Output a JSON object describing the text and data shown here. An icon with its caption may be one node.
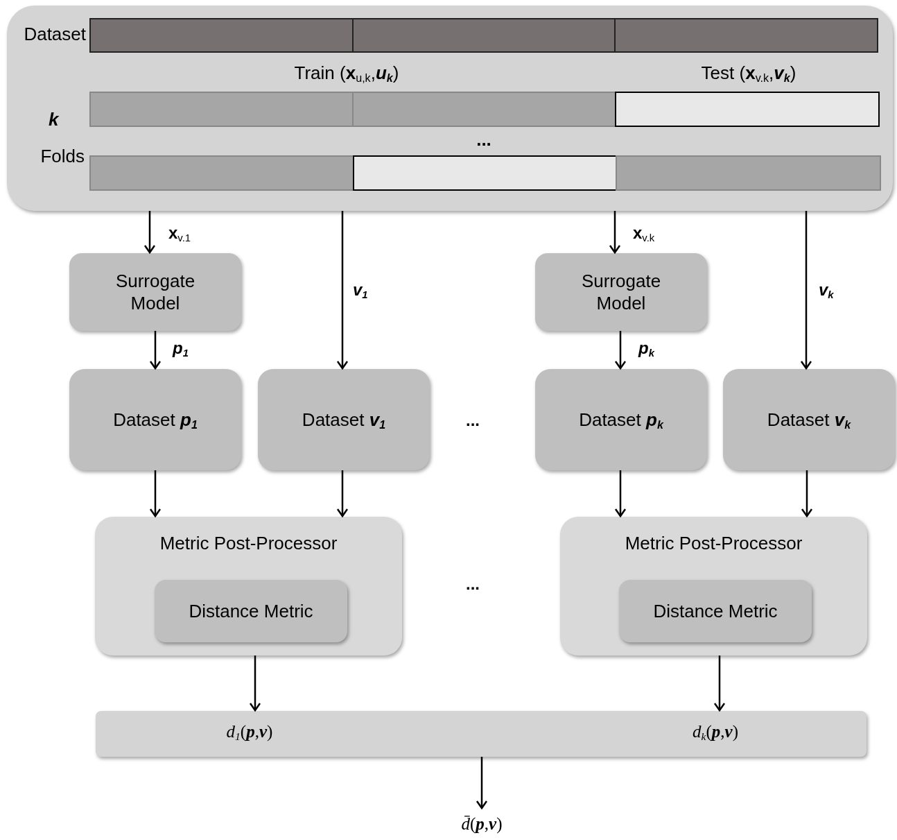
{
  "diagram": {
    "nodes": [
      {
        "text": [
          "Dataset",
          "Train (**x**$_{u,k}$,*u*$_{k}$)",
          "Test (**x**$_{v.k}$,*v*$_{k}$)",
          "k",
          "...",
          "Folds"
        ]
      },
      {
        "text": [
          "Surrogate Model"
        ]
      },
      {
        "text": [
          "Surrogate Model"
        ]
      },
      {
        "text": [
          "Dataset *p*$_{1}$"
        ]
      },
      {
        "text": [
          "Dataset *v*$_{1}$"
        ]
      },
      {
        "text": [
          "Dataset *p*$_{k}$"
        ]
      },
      {
        "text": [
          "Dataset *v*$_{k}$"
        ]
      },
      {
        "text": [
          "Metric Post-Processor"
        ]
      },
      {
        "text": [
          "Distance Metric"
        ],
        "in": 7
      },
      {
        "text": [
          "Metric Post-Processor"
        ]
      },
      {
        "text": [
          "Distance Metric"
        ],
        "in": 9
      },
      {
        "text": [
          "*d*$_{1}$(**p**,**v**)",
          "*d*$_{k}$(**p**,**v**)"
        ]
      },
      {
        "text": [
          "*d̄*(**p**,**v**)"
        ]
      }
    ],
    "edges": [
      {
        "from": 0,
        "to": 1,
        "arrow": "to",
        "label": "**x**$_{v.1}$"
      },
      {
        "from": 0,
        "to": 4,
        "arrow": "to",
        "label": "*v*$_{1}$"
      },
      {
        "from": 0,
        "to": 2,
        "arrow": "to",
        "label": "**x**$_{v.k}$"
      },
      {
        "from": 0,
        "to": 6,
        "arrow": "to",
        "label": "*v*$_{k}$"
      },
      {
        "from": 1,
        "to": 3,
        "arrow": "to",
        "label": "*p*$_{1}$"
      },
      {
        "from": 2,
        "to": 5,
        "arrow": "to",
        "label": "*p*$_{k}$"
      },
      {
        "from": 3,
        "to": 7,
        "arrow": "to"
      },
      {
        "from": 4,
        "to": 7,
        "arrow": "to"
      },
      {
        "from": 5,
        "to": 9,
        "arrow": "to"
      },
      {
        "from": 6,
        "to": 9,
        "arrow": "to"
      },
      {
        "from": 7,
        "to": 11,
        "arrow": "to"
      },
      {
        "from": 9,
        "to": 11,
        "arrow": "to"
      },
      {
        "from": 11,
        "to": 12,
        "arrow": "to"
      }
    ],
    "labels": [
      "...",
      "..."
    ]
  }
}
